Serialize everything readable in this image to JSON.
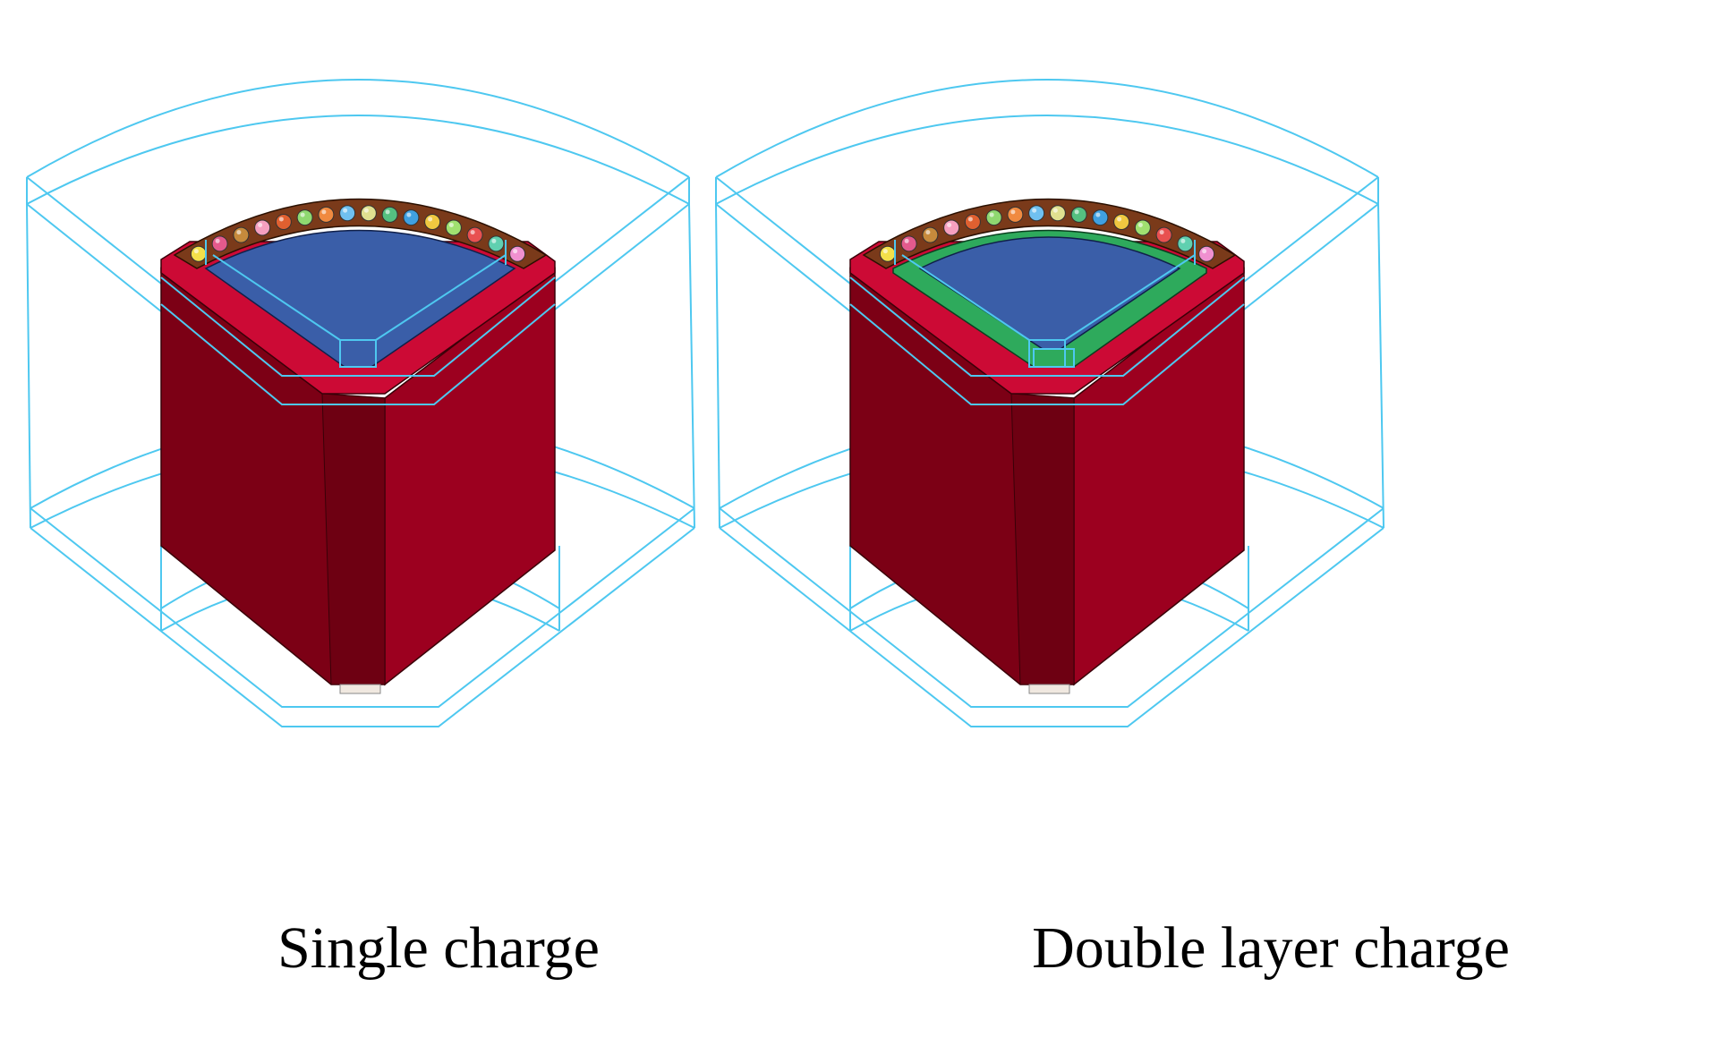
{
  "panels": [
    {
      "id": "single",
      "caption": "Single charge",
      "double_layer": false
    },
    {
      "id": "double",
      "caption": "Double layer charge",
      "double_layer": true
    }
  ],
  "colors": {
    "wireframe": "#4ec8f0",
    "casing_front": "#9c001f",
    "casing_side": "#7c0015",
    "casing_top": "#cc0a35",
    "liner_ring": "#7a3a1a",
    "explosive": "#3a5ea8",
    "inner_layer": "#2eaa5c",
    "fragment_colors": [
      "#f3e04a",
      "#e45a8c",
      "#c68a3c",
      "#f5a0c0",
      "#e06030",
      "#8fd870",
      "#f08a40",
      "#70c0f0",
      "#e0e090",
      "#55c080",
      "#40a0e0",
      "#f0c840",
      "#a0e070",
      "#e85050",
      "#60d0b0",
      "#f090d0"
    ]
  }
}
